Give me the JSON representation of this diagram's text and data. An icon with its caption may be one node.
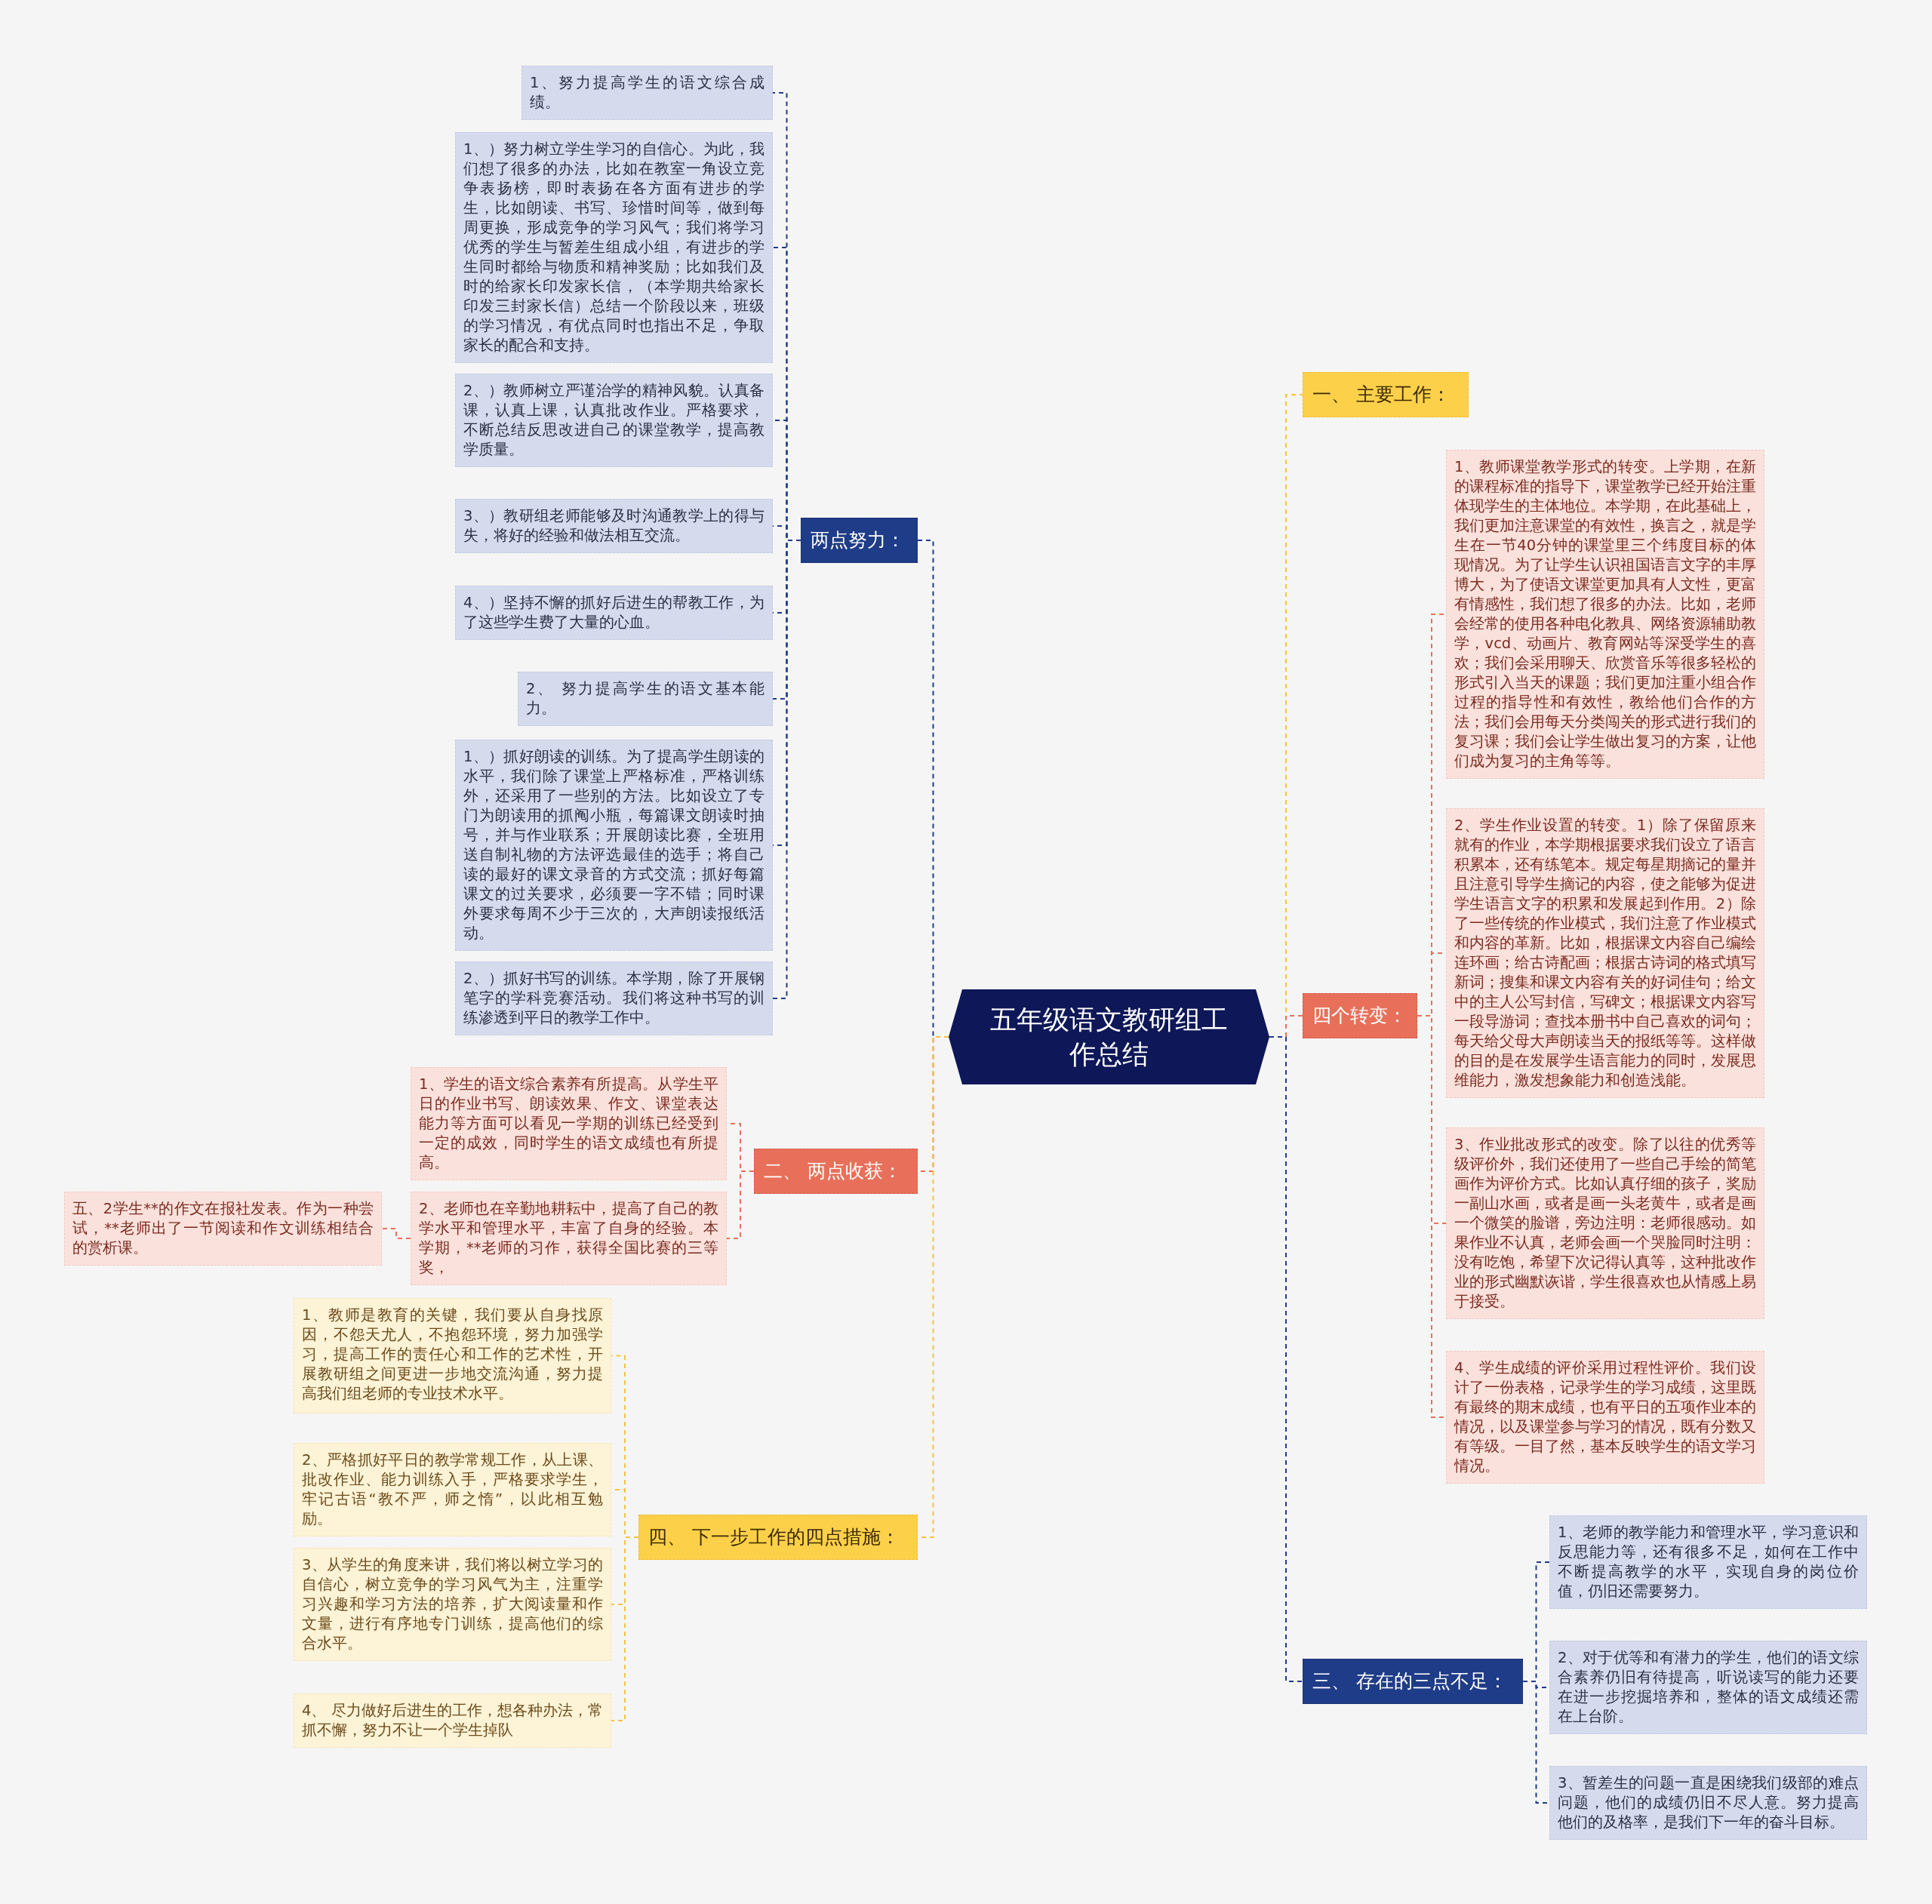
{
  "diagram": {
    "nodes": [
      {
        "text": [
          "五年级语文教研组工作总结"
        ]
      },
      {
        "text": [
          "两点努力："
        ]
      },
      {
        "text": [
          "二、 两点收获："
        ]
      },
      {
        "text": [
          "四、 下一步工作的四点措施："
        ]
      },
      {
        "text": [
          "一、 主要工作："
        ]
      },
      {
        "text": [
          "四个转变："
        ]
      },
      {
        "text": [
          "三、 存在的三点不足："
        ]
      },
      {
        "text": [
          "1、努力提高学生的语文综合成绩。"
        ]
      },
      {
        "text": [
          "1、）努力树立学生学习的自信心。为此，我们想了很多的办法，比如在教室一角设立竞争表扬榜，即时表扬在各方面有进步的学生，比如朗读、书写、珍惜时间等，做到每周更换，形成竞争的学习风气；我们将学习优秀的学生与暂差生组成小组，有进步的学生同时都给与物质和精神奖励；比如我们及时的给家长印发家长信，（本学期共给家长印发三封家长信）总结一个阶段以来，班级的学习情况，有优点同时也指出不足，争取家长的配合和支持。"
        ]
      },
      {
        "text": [
          "2、）教师树立严谨治学的精神风貌。认真备课，认真上课，认真批改作业。严格要求，不断总结反思改进自己的课堂教学，提高教学质量。"
        ]
      },
      {
        "text": [
          "3、）教研组老师能够及时沟通教学上的得与失，将好的经验和做法相互交流。"
        ]
      },
      {
        "text": [
          "4、）坚持不懈的抓好后进生的帮教工作，为了这些学生费了大量的心血。"
        ]
      },
      {
        "text": [
          "2、 努力提高学生的语文基本能力。"
        ]
      },
      {
        "text": [
          "1、）抓好朗读的训练。为了提高学生朗读的水平，我们除了课堂上严格标准，严格训练外，还采用了一些别的方法。比如设立了专门为朗读用的抓阄小瓶，每篇课文朗读时抽号，并与作业联系；开展朗读比赛，全班用送自制礼物的方法评选最佳的选手；将自己读的最好的课文录音的方式交流；抓好每篇课文的过关要求，必须要一字不错；同时课外要求每周不少于三次的，大声朗读报纸活动。"
        ]
      },
      {
        "text": [
          "2、）抓好书写的训练。本学期，除了开展钢笔字的学科竞赛活动。我们将这种书写的训练渗透到平日的教学工作中。"
        ]
      },
      {
        "text": [
          "1、学生的语文综合素养有所提高。从学生平日的作业书写、朗读效果、作文、课堂表达能力等方面可以看见一学期的训练已经受到一定的成效，同时学生的语文成绩也有所提高。"
        ]
      },
      {
        "text": [
          "2、老师也在辛勤地耕耘中，提高了自己的教学水平和管理水平，丰富了自身的经验。本学期，**老师的习作，获得全国比赛的三等奖，"
        ]
      },
      {
        "text": [
          "五、2学生**的作文在报社发表。作为一种尝试，**老师出了一节阅读和作文训练相结合的赏析课。"
        ]
      },
      {
        "text": [
          "1、教师是教育的关键，我们要从自身找原因，不怨天尤人，不抱怨环境，努力加强学习，提高工作的责任心和工作的艺术性，开展教研组之间更进一步地交流沟通，努力提高我们组老师的专业技术水平。"
        ]
      },
      {
        "text": [
          "2、严格抓好平日的教学常规工作，从上课、批改作业、能力训练入手，严格要求学生，牢记古语“教不严，师之惰”，以此相互勉励。"
        ]
      },
      {
        "text": [
          "3、从学生的角度来讲，我们将以树立学习的自信心，树立竞争的学习风气为主，注重学习兴趣和学习方法的培养，扩大阅读量和作文量，进行有序地专门训练，提高他们的综合水平。"
        ]
      },
      {
        "text": [
          "4、 尽力做好后进生的工作，想各种办法，常抓不懈，努力不让一个学生掉队"
        ]
      },
      {
        "text": [
          "1、教师课堂教学形式的转变。上学期，在新的课程标准的指导下，课堂教学已经开始注重体现学生的主体地位。本学期，在此基础上，我们更加注意课堂的有效性，换言之，就是学生在一节40分钟的课堂里三个纬度目标的体现情况。为了让学生认识祖国语言文字的丰厚博大，为了使语文课堂更加具有人文性，更富有情感性，我们想了很多的办法。比如，老师会经常的使用各种电化教具、网络资源辅助教学，vcd、动画片、教育网站等深受学生的喜欢；我们会采用聊天、欣赏音乐等很多轻松的形式引入当天的课题；我们更加注重小组合作过程的指导性和有效性，教给他们合作的方法；我们会用每天分类闯关的形式进行我们的复习课；我们会让学生做出复习的方案，让他们成为复习的主角等等。"
        ]
      },
      {
        "text": [
          "2、学生作业设置的转变。1）除了保留原来就有的作业，本学期根据要求我们设立了语言积累本，还有练笔本。规定每星期摘记的量并且注意引导学生摘记的内容，使之能够为促进学生语言文字的积累和发展起到作用。2）除了一些传统的作业模式，我们注意了作业模式和内容的革新。比如，根据课文内容自己编绘连环画；给古诗配画；根据古诗词的格式填写新词；搜集和课文内容有关的好词佳句；给文中的主人公写封信，写碑文；根据课文内容写一段导游词；查找本册书中自己喜欢的词句；每天给父母大声朗读当天的报纸等等。这样做的目的是在发展学生语言能力的同时，发展思维能力，激发想象能力和创造浅能。"
        ]
      },
      {
        "text": [
          "3、作业批改形式的改变。除了以往的优秀等级评价外，我们还使用了一些自己手绘的简笔画作为评价方式。比如认真仔细的孩子，奖励一副山水画，或者是画一头老黄牛，或者是画一个微笑的脸谱，旁边注明：老师很感动。如果作业不认真，老师会画一个哭脸同时注明：没有吃饱，希望下次记得认真等，这种批改作业的形式幽默诙谐，学生很喜欢也从情感上易于接受。"
        ]
      },
      {
        "text": [
          "4、学生成绩的评价采用过程性评价。我们设计了一份表格，记录学生的学习成绩，这里既有最终的期末成绩，也有平日的五项作业本的情况，以及课堂参与学习的情况，既有分数又有等级。一目了然，基本反映学生的语文学习情况。"
        ]
      },
      {
        "text": [
          "1、老师的教学能力和管理水平，学习意识和反思能力等，还有很多不足，如何在工作中不断提高教学的水平，实现自身的岗位价值，仍旧还需要努力。"
        ]
      },
      {
        "text": [
          "2、对于优等和有潜力的学生，他们的语文综合素养仍旧有待提高，听说读写的能力还要在进一步挖掘培养和，整体的语文成绩还需在上台阶。"
        ]
      },
      {
        "text": [
          "3、暂差生的问题一直是困绕我们级部的难点问题，他们的成绩仍旧不尽人意。努力提高他们的及格率，是我们下一年的奋斗目标。"
        ]
      }
    ],
    "edges": [
      {
        "from": 0,
        "to": 1,
        "arrow": "none",
        "style": "dashed",
        "color": "#1f3c88"
      },
      {
        "from": 0,
        "to": 2,
        "arrow": "none",
        "style": "dashed",
        "color": "#e8705a"
      },
      {
        "from": 0,
        "to": 3,
        "arrow": "none",
        "style": "dashed",
        "color": "#f5c342"
      },
      {
        "from": 0,
        "to": 4,
        "arrow": "none",
        "style": "dashed",
        "color": "#f5c342"
      },
      {
        "from": 0,
        "to": 5,
        "arrow": "none",
        "style": "dashed",
        "color": "#e8705a"
      },
      {
        "from": 0,
        "to": 6,
        "arrow": "none",
        "style": "dashed",
        "color": "#1f3c88"
      },
      {
        "from": 1,
        "to": 7,
        "arrow": "none",
        "style": "dashed",
        "color": "#1f3c88"
      },
      {
        "from": 1,
        "to": 8,
        "arrow": "none",
        "style": "dashed",
        "color": "#1f3c88"
      },
      {
        "from": 1,
        "to": 9,
        "arrow": "none",
        "style": "dashed",
        "color": "#1f3c88"
      },
      {
        "from": 1,
        "to": 10,
        "arrow": "none",
        "style": "dashed",
        "color": "#1f3c88"
      },
      {
        "from": 1,
        "to": 11,
        "arrow": "none",
        "style": "dashed",
        "color": "#1f3c88"
      },
      {
        "from": 1,
        "to": 12,
        "arrow": "none",
        "style": "dashed",
        "color": "#1f3c88"
      },
      {
        "from": 1,
        "to": 13,
        "arrow": "none",
        "style": "dashed",
        "color": "#1f3c88"
      },
      {
        "from": 1,
        "to": 14,
        "arrow": "none",
        "style": "dashed",
        "color": "#1f3c88"
      },
      {
        "from": 2,
        "to": 15,
        "arrow": "none",
        "style": "dashed",
        "color": "#e8705a"
      },
      {
        "from": 2,
        "to": 16,
        "arrow": "none",
        "style": "dashed",
        "color": "#e8705a"
      },
      {
        "from": 16,
        "to": 17,
        "arrow": "none",
        "style": "dashed",
        "color": "#e8705a"
      },
      {
        "from": 3,
        "to": 18,
        "arrow": "none",
        "style": "dashed",
        "color": "#f5c342"
      },
      {
        "from": 3,
        "to": 19,
        "arrow": "none",
        "style": "dashed",
        "color": "#f5c342"
      },
      {
        "from": 3,
        "to": 20,
        "arrow": "none",
        "style": "dashed",
        "color": "#f5c342"
      },
      {
        "from": 3,
        "to": 21,
        "arrow": "none",
        "style": "dashed",
        "color": "#f5c342"
      },
      {
        "from": 5,
        "to": 22,
        "arrow": "none",
        "style": "dashed",
        "color": "#e8705a"
      },
      {
        "from": 5,
        "to": 23,
        "arrow": "none",
        "style": "dashed",
        "color": "#e8705a"
      },
      {
        "from": 5,
        "to": 24,
        "arrow": "none",
        "style": "dashed",
        "color": "#e8705a"
      },
      {
        "from": 5,
        "to": 25,
        "arrow": "none",
        "style": "dashed",
        "color": "#e8705a"
      },
      {
        "from": 6,
        "to": 26,
        "arrow": "none",
        "style": "dashed",
        "color": "#1f3c88"
      },
      {
        "from": 6,
        "to": 27,
        "arrow": "none",
        "style": "dashed",
        "color": "#1f3c88"
      },
      {
        "from": 6,
        "to": 28,
        "arrow": "none",
        "style": "dashed",
        "color": "#1f3c88"
      }
    ]
  }
}
